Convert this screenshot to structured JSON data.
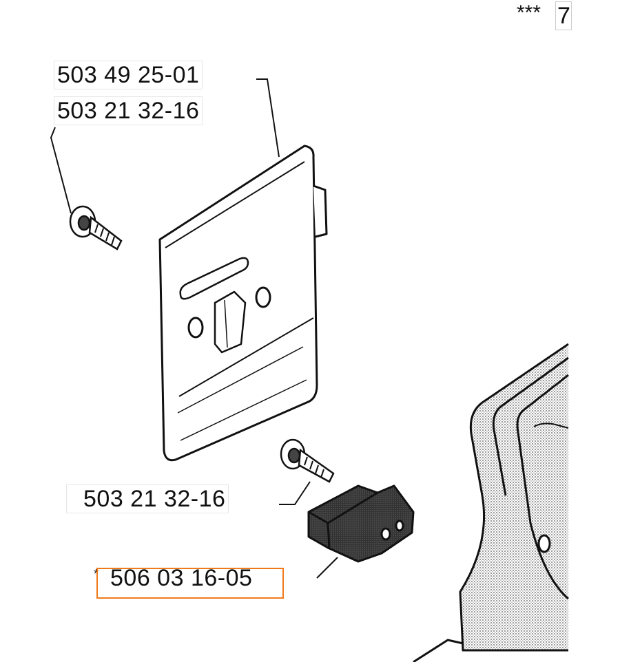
{
  "labels": {
    "part_a": "503 49 25-01",
    "part_b": "503 21 32-16",
    "part_c": "503 21 32-16",
    "part_d": "506 03 16-05",
    "corner_marker": "***",
    "corner_ref": "7",
    "asterisk": "*"
  },
  "colors": {
    "highlight": "#f07a1a",
    "line": "#111111",
    "shade": "#2a2a2a"
  }
}
